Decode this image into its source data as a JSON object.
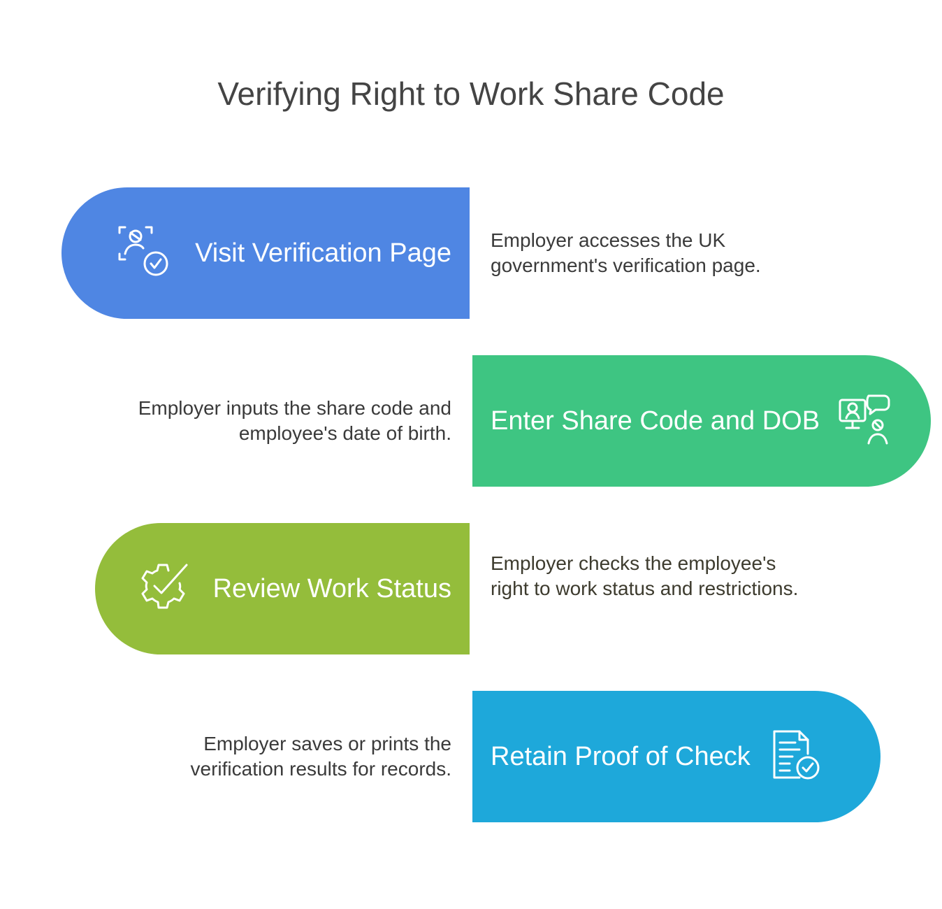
{
  "title": "Verifying Right to Work Share Code",
  "colors": {
    "step1": "#4f86e3",
    "step2": "#3ec582",
    "step3": "#94bd3b",
    "step4": "#1ea8da",
    "title": "#444444",
    "text": "#3a3a3a"
  },
  "steps": [
    {
      "label": "Visit Verification Page",
      "icon": "face-scan-check-icon",
      "description": "Employer accesses the UK government's verification page."
    },
    {
      "label": "Enter Share Code and DOB",
      "icon": "computer-user-chat-icon",
      "description": "Employer inputs the share code and employee's date of birth."
    },
    {
      "label": "Review Work Status",
      "icon": "gear-check-icon",
      "description": "Employer checks the employee's right to work status and restrictions."
    },
    {
      "label": "Retain Proof of Check",
      "icon": "document-check-icon",
      "description": "Employer saves or prints the verification results for records."
    }
  ]
}
